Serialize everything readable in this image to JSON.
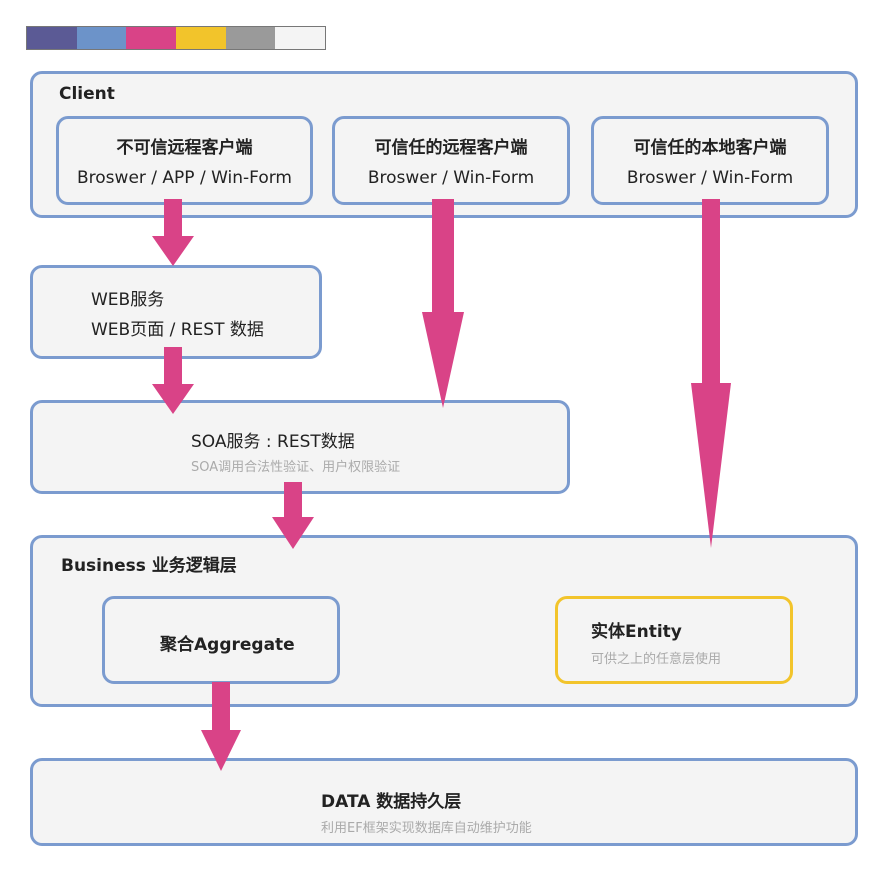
{
  "palette": [
    "#5b5a95",
    "#6c93c9",
    "#d94387",
    "#f2c42b",
    "#9a9a9a",
    "#f4f4f4"
  ],
  "colors": {
    "border": "#7b9bcf",
    "arrow": "#d94387",
    "entity_border": "#f2c42b",
    "box_fill": "#f4f4f4"
  },
  "client": {
    "title": "Client",
    "untrusted": {
      "line1": "不可信远程客户端",
      "line2": "Broswer / APP / Win-Form"
    },
    "trusted_remote": {
      "line1": "可信任的远程客户端",
      "line2": "Broswer / Win-Form"
    },
    "trusted_local": {
      "line1": "可信任的本地客户端",
      "line2": "Broswer / Win-Form"
    }
  },
  "web": {
    "line1": "WEB服务",
    "line2": "WEB页面 / REST 数据"
  },
  "soa": {
    "title": "SOA服务 : REST数据",
    "sub": "SOA调用合法性验证、用户权限验证"
  },
  "business": {
    "title": "Business 业务逻辑层",
    "aggregate": {
      "title": "聚合Aggregate"
    },
    "entity": {
      "title": "实体Entity",
      "sub": "可供之上的任意层使用"
    }
  },
  "data": {
    "title": "DATA 数据持久层",
    "sub": "利用EF框架实现数据库自动维护功能"
  }
}
